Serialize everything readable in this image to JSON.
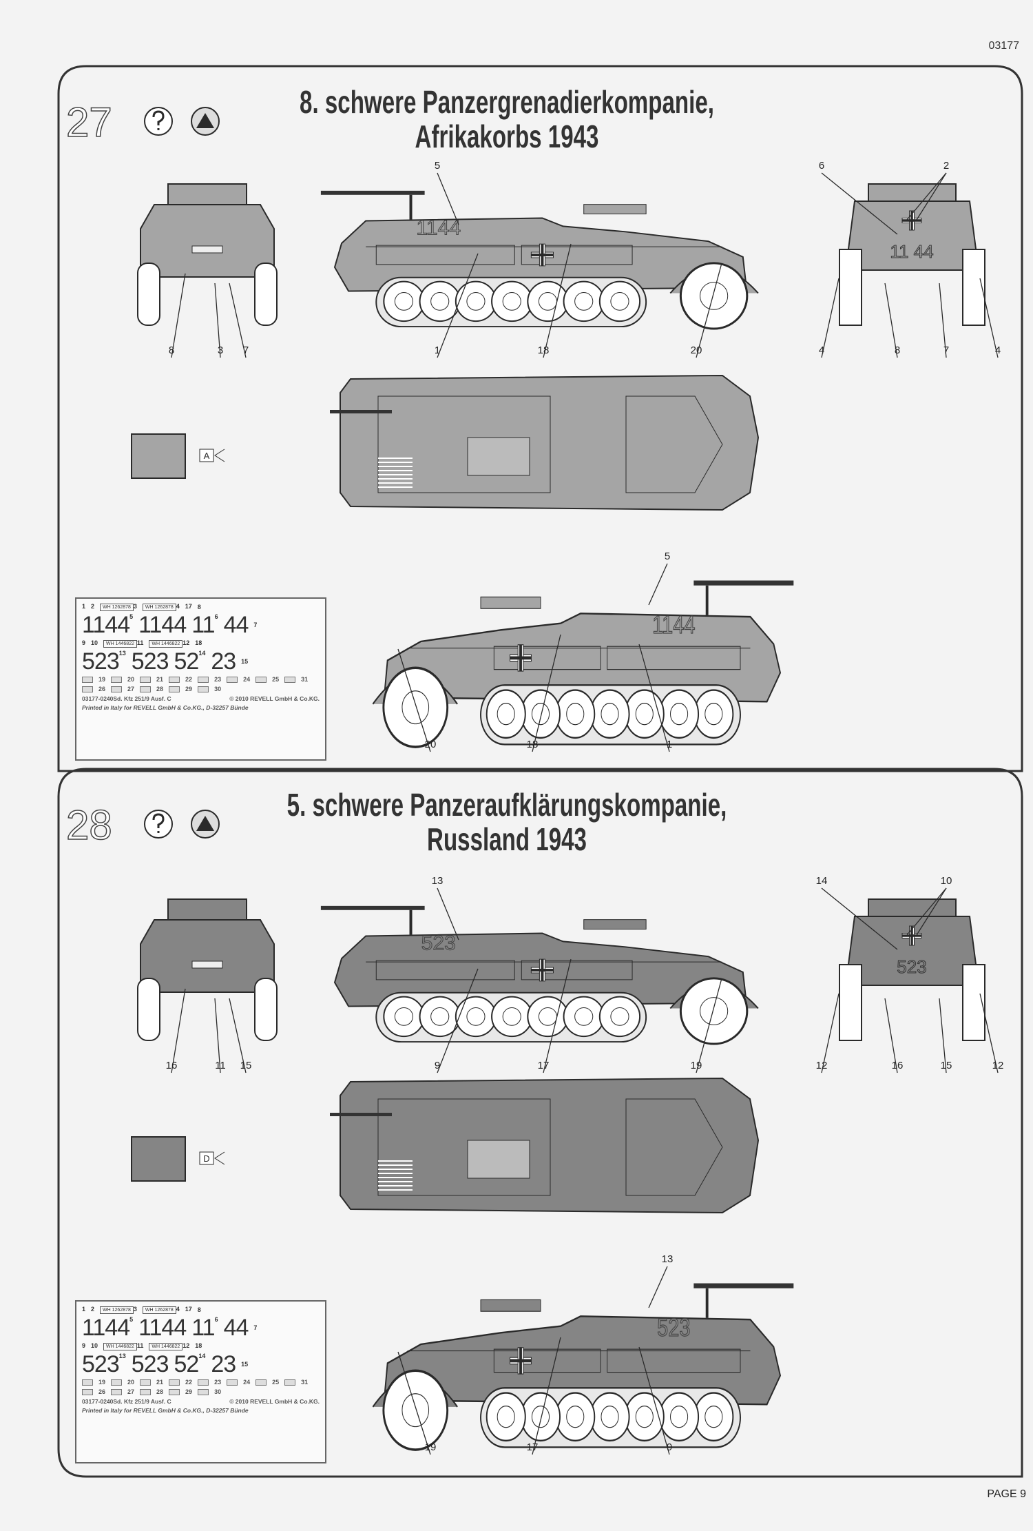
{
  "header": {
    "code": "03177"
  },
  "footer": {
    "page": "PAGE 9"
  },
  "panels": [
    {
      "step": "27",
      "title_line1": "8. schwere Panzergrenadierkompanie,",
      "title_line2": "Afrikakorbs 1943",
      "paint_color": "#a5a5a5",
      "paint_code": "A",
      "markings": {
        "side": "1144",
        "rear": "11 44",
        "side2": "1144"
      },
      "callouts": {
        "front": [
          "8",
          "3",
          "7"
        ],
        "side": [
          "5",
          "1",
          "18",
          "20"
        ],
        "rear": [
          "6",
          "2",
          "4",
          "8",
          "7",
          "4"
        ],
        "side2": [
          "5",
          "20",
          "18",
          "1"
        ]
      }
    },
    {
      "step": "28",
      "title_line1": "5. schwere Panzeraufklärungskompanie,",
      "title_line2": "Russland 1943",
      "paint_color": "#858585",
      "paint_code": "D",
      "markings": {
        "side": "523",
        "rear": "523",
        "side2": "523"
      },
      "callouts": {
        "front": [
          "16",
          "11",
          "15"
        ],
        "side": [
          "13",
          "9",
          "17",
          "19"
        ],
        "rear": [
          "14",
          "10",
          "12",
          "16",
          "15",
          "12"
        ],
        "side2": [
          "13",
          "19",
          "17",
          "9"
        ]
      }
    }
  ],
  "decal_sheet": {
    "row1": [
      {
        "n": "1"
      },
      {
        "n": "2"
      },
      {
        "n": "3",
        "plate": "WH 1262878"
      },
      {
        "n": "4",
        "plate": "WH 1262878"
      },
      {
        "n": "17"
      }
    ],
    "row2": [
      {
        "t": "1144",
        "n": "5"
      },
      {
        "t": "1144"
      },
      {
        "t": "11",
        "n": "6"
      },
      {
        "t": "44"
      },
      {
        "n": "7"
      }
    ],
    "row3": [
      {
        "n": "9"
      },
      {
        "n": "10"
      },
      {
        "n": "11",
        "plate": "WH 1446822"
      },
      {
        "n": "12",
        "plate": "WH 1446822"
      },
      {
        "n": "18"
      }
    ],
    "row4": [
      {
        "t": "523",
        "n": "13"
      },
      {
        "t": "523"
      },
      {
        "t": "52",
        "n": "14"
      },
      {
        "t": "23"
      },
      {
        "n": "15"
      }
    ],
    "row5": [
      "19",
      "20",
      "21",
      "22",
      "23",
      "24",
      "25",
      "31"
    ],
    "row6": [
      "26",
      "27",
      "28",
      "29",
      "30"
    ],
    "small_8": "8",
    "line1_left": "03177-0240Sd. Kfz 251/9 Ausf. C",
    "line1_right": "© 2010 REVELL GmbH & Co.KG.",
    "line2": "Printed in Italy for REVELL GmbH & Co.KG., D-32257 Bünde"
  }
}
